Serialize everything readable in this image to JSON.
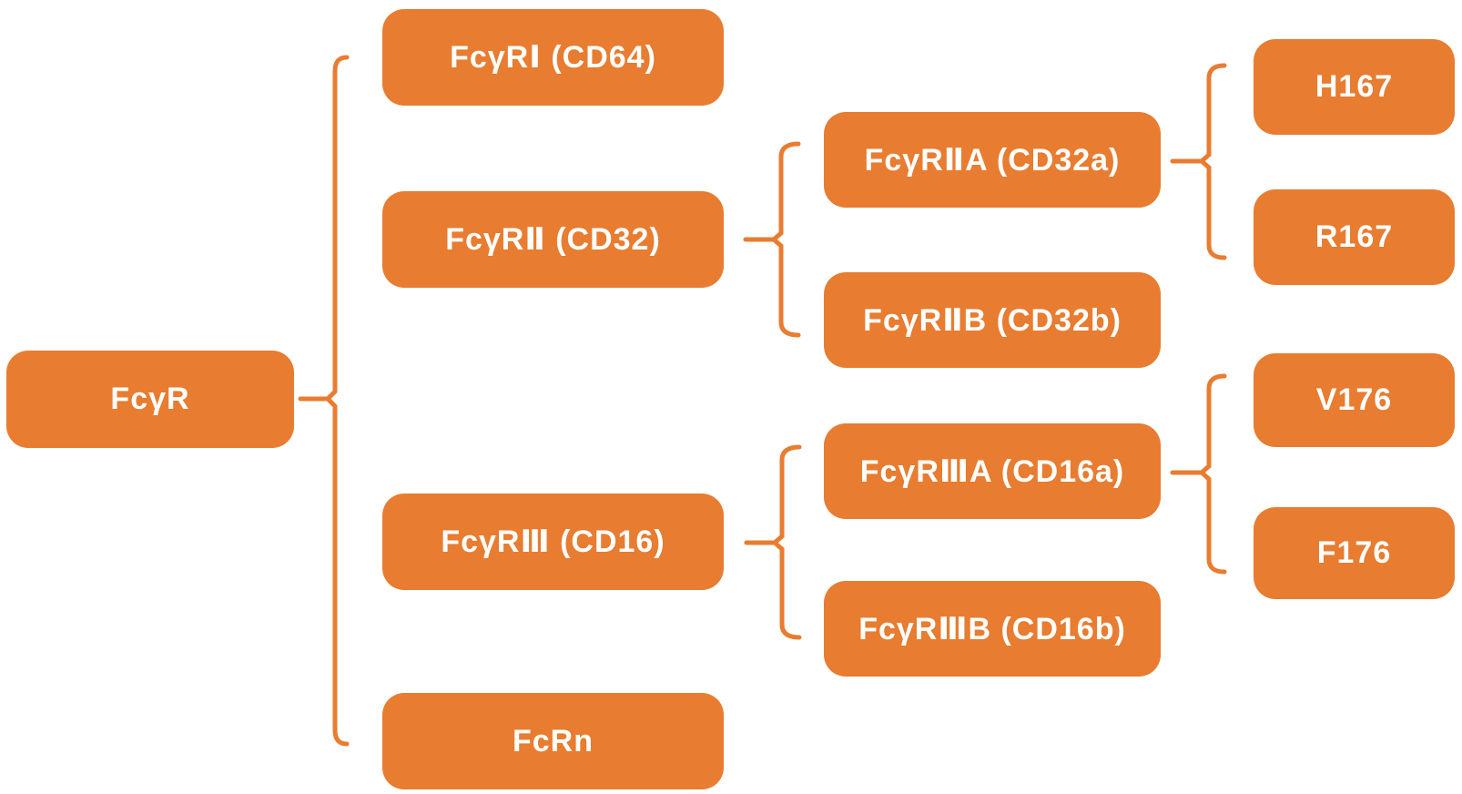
{
  "diagram": {
    "type": "tree",
    "direction": "left-to-right",
    "colors": {
      "node_fill": "#E87C30",
      "node_text": "#FFFFFF",
      "connector": "#E87C30",
      "background": "#FFFFFF"
    },
    "root": {
      "label": "FcγR",
      "children": [
        {
          "label": "FcγRⅠ（CD64）",
          "children": []
        },
        {
          "label": "FcγRⅡ（CD32）",
          "children": [
            {
              "label": "FcγRⅡA（CD32a）",
              "children": [
                {
                  "label": "H167",
                  "children": []
                },
                {
                  "label": "R167",
                  "children": []
                }
              ]
            },
            {
              "label": "FcγRⅡB（CD32b）",
              "children": []
            }
          ]
        },
        {
          "label": "FcγRⅢ（CD16）",
          "children": [
            {
              "label": "FcγRⅢA（CD16a）",
              "children": [
                {
                  "label": "V176",
                  "children": []
                },
                {
                  "label": "F176",
                  "children": []
                }
              ]
            },
            {
              "label": "FcγRⅢB（CD16b）",
              "children": []
            }
          ]
        },
        {
          "label": "FcRn",
          "children": []
        }
      ]
    }
  }
}
